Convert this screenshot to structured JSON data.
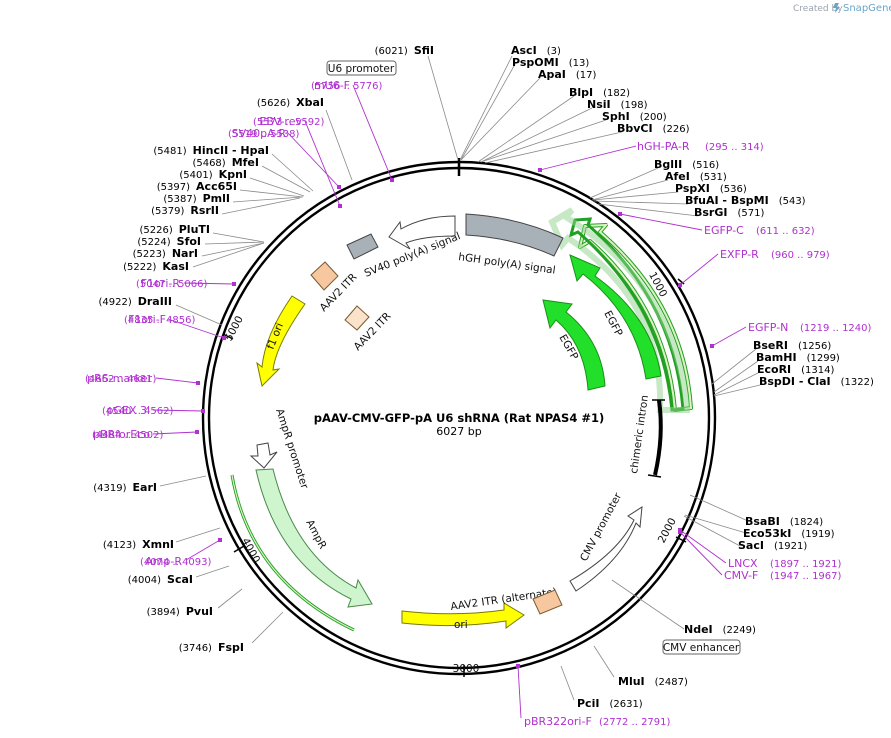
{
  "watermark": {
    "prefix": "Created by",
    "brand": "SnapGene"
  },
  "title": "pAAV-CMV-GFP-pA U6 shRNA (Rat NPAS4 #1)",
  "length_label": "6027 bp",
  "colors": {
    "primer": "#b030d0",
    "gfp": "#22e02a",
    "yellow": "#ffff00",
    "itr": "#f7c7a0",
    "grey": "#a8b0b8",
    "ampr": "#cff5cf"
  },
  "ticks": [
    "1000",
    "2000",
    "3000",
    "4000",
    "5000"
  ],
  "features": [
    {
      "label": "EGFP",
      "kind": "gfp-outer"
    },
    {
      "label": "EGFP",
      "kind": "gfp-inner"
    },
    {
      "label": "hGH poly(A) signal",
      "kind": "polyA"
    },
    {
      "label": "SV40 poly(A) signal",
      "kind": "sv40"
    },
    {
      "label": "AAV2 ITR",
      "kind": "itr"
    },
    {
      "label": "AAV2 ITR",
      "kind": "itr"
    },
    {
      "label": "AAV2 ITR (alternate)",
      "kind": "itr"
    },
    {
      "label": "f1 ori",
      "kind": "ori"
    },
    {
      "label": "ori",
      "kind": "ori"
    },
    {
      "label": "AmpR",
      "kind": "ampr"
    },
    {
      "label": "AmpR promoter",
      "kind": "promoter"
    },
    {
      "label": "CMV promoter",
      "kind": "promoter"
    },
    {
      "label": "chimeric intron",
      "kind": "intron"
    }
  ],
  "boxed_labels": [
    "U6 promoter",
    "CMV enhancer"
  ],
  "enzymes": [
    {
      "pos": "(6021)",
      "name": "SfiI"
    },
    {
      "pos": "(3)",
      "name": "AscI"
    },
    {
      "pos": "(13)",
      "name": "PspOMI"
    },
    {
      "pos": "(17)",
      "name": "ApaI"
    },
    {
      "pos": "(182)",
      "name": "BlpI"
    },
    {
      "pos": "(198)",
      "name": "NsiI"
    },
    {
      "pos": "(200)",
      "name": "SphI"
    },
    {
      "pos": "(226)",
      "name": "BbvCI"
    },
    {
      "pos": "(516)",
      "name": "BglII"
    },
    {
      "pos": "(531)",
      "name": "AfeI"
    },
    {
      "pos": "(536)",
      "name": "PspXI"
    },
    {
      "pos": "(543)",
      "name": "BfuAI - BspMI"
    },
    {
      "pos": "(571)",
      "name": "BsrGI"
    },
    {
      "pos": "(1256)",
      "name": "BseRI"
    },
    {
      "pos": "(1299)",
      "name": "BamHI"
    },
    {
      "pos": "(1314)",
      "name": "EcoRI"
    },
    {
      "pos": "(1322)",
      "name": "BspDI - ClaI"
    },
    {
      "pos": "(1824)",
      "name": "BsaBI"
    },
    {
      "pos": "(1919)",
      "name": "Eco53kI"
    },
    {
      "pos": "(1921)",
      "name": "SacI"
    },
    {
      "pos": "(2249)",
      "name": "NdeI"
    },
    {
      "pos": "(2487)",
      "name": "MluI"
    },
    {
      "pos": "(2631)",
      "name": "PciI"
    },
    {
      "pos": "(3746)",
      "name": "FspI"
    },
    {
      "pos": "(3894)",
      "name": "PvuI"
    },
    {
      "pos": "(4004)",
      "name": "ScaI"
    },
    {
      "pos": "(4123)",
      "name": "XmnI"
    },
    {
      "pos": "(4319)",
      "name": "EarI"
    },
    {
      "pos": "(4922)",
      "name": "DraIII"
    },
    {
      "pos": "(5222)",
      "name": "KasI"
    },
    {
      "pos": "(5223)",
      "name": "NarI"
    },
    {
      "pos": "(5224)",
      "name": "SfoI"
    },
    {
      "pos": "(5226)",
      "name": "PluTI"
    },
    {
      "pos": "(5379)",
      "name": "RsrII"
    },
    {
      "pos": "(5387)",
      "name": "PmlI"
    },
    {
      "pos": "(5397)",
      "name": "Acc65I"
    },
    {
      "pos": "(5401)",
      "name": "KpnI"
    },
    {
      "pos": "(5468)",
      "name": "MfeI"
    },
    {
      "pos": "(5481)",
      "name": "HincII - HpaI"
    },
    {
      "pos": "(5626)",
      "name": "XbaI"
    }
  ],
  "primers": [
    {
      "name": "hGH-PA-R",
      "range": "(295 .. 314)"
    },
    {
      "name": "EGFP-C",
      "range": "(611 .. 632)"
    },
    {
      "name": "EXFP-R",
      "range": "(960 .. 979)"
    },
    {
      "name": "EGFP-N",
      "range": "(1219 .. 1240)"
    },
    {
      "name": "LNCX",
      "range": "(1897 .. 1921)"
    },
    {
      "name": "CMV-F",
      "range": "(1947 .. 1967)"
    },
    {
      "name": "pBR322ori-F",
      "range": "(2772 .. 2791)"
    },
    {
      "name": "Amp-R",
      "range": "(4074 .. 4093)"
    },
    {
      "name": "pBRforEco",
      "range": "(4484 .. 4502)"
    },
    {
      "name": "pGEX 3'",
      "range": "(4540 .. 4562)"
    },
    {
      "name": "pRS-marker",
      "range": "(4662 .. 4681)"
    },
    {
      "name": "F1ori-F",
      "range": "(4835 .. 4856)"
    },
    {
      "name": "F1ori-R",
      "range": "(5047 .. 5066)"
    },
    {
      "name": "SV40pA-R",
      "range": "(5519 .. 5538)"
    },
    {
      "name": "EBV-rev",
      "range": "(5573 .. 5592)"
    },
    {
      "name": "mU6-F",
      "range": "(5756 .. 5776)"
    }
  ]
}
